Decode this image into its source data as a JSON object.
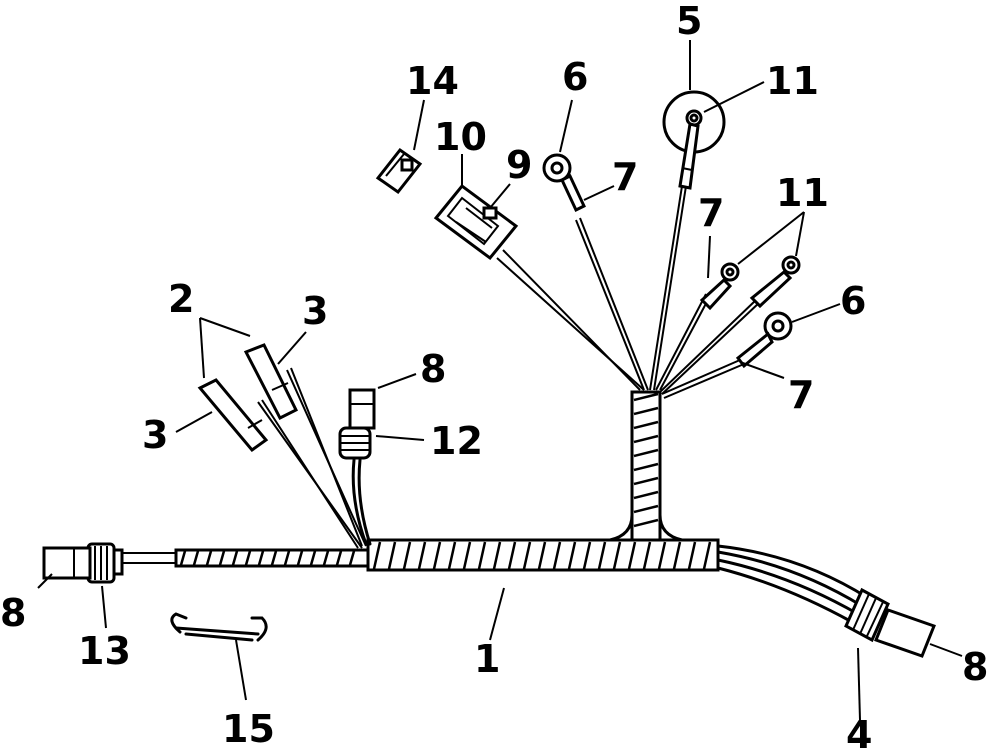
{
  "labels": {
    "l1": "1",
    "l2": "2",
    "l3a": "3",
    "l3b": "3",
    "l4": "4",
    "l5": "5",
    "l6a": "6",
    "l6b": "6",
    "l7a": "7",
    "l7b": "7",
    "l7c": "7",
    "l8a": "8",
    "l8b": "8",
    "l8c": "8",
    "l9": "9",
    "l10": "10",
    "l11a": "11",
    "l11b": "11",
    "l12": "12",
    "l13": "13",
    "l14": "14",
    "l15": "15"
  }
}
